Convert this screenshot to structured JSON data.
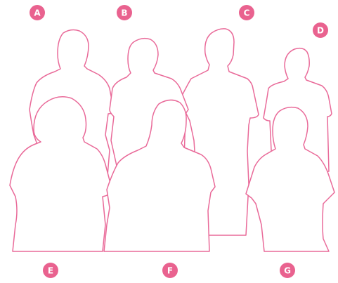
{
  "accent_color": "#e9628f",
  "outline_color": "#e96a99",
  "figures": [
    {
      "id": "a",
      "label": "A"
    },
    {
      "id": "b",
      "label": "B"
    },
    {
      "id": "c",
      "label": "C"
    },
    {
      "id": "d",
      "label": "D"
    },
    {
      "id": "e",
      "label": "E"
    },
    {
      "id": "f",
      "label": "F"
    },
    {
      "id": "g",
      "label": "G"
    }
  ]
}
